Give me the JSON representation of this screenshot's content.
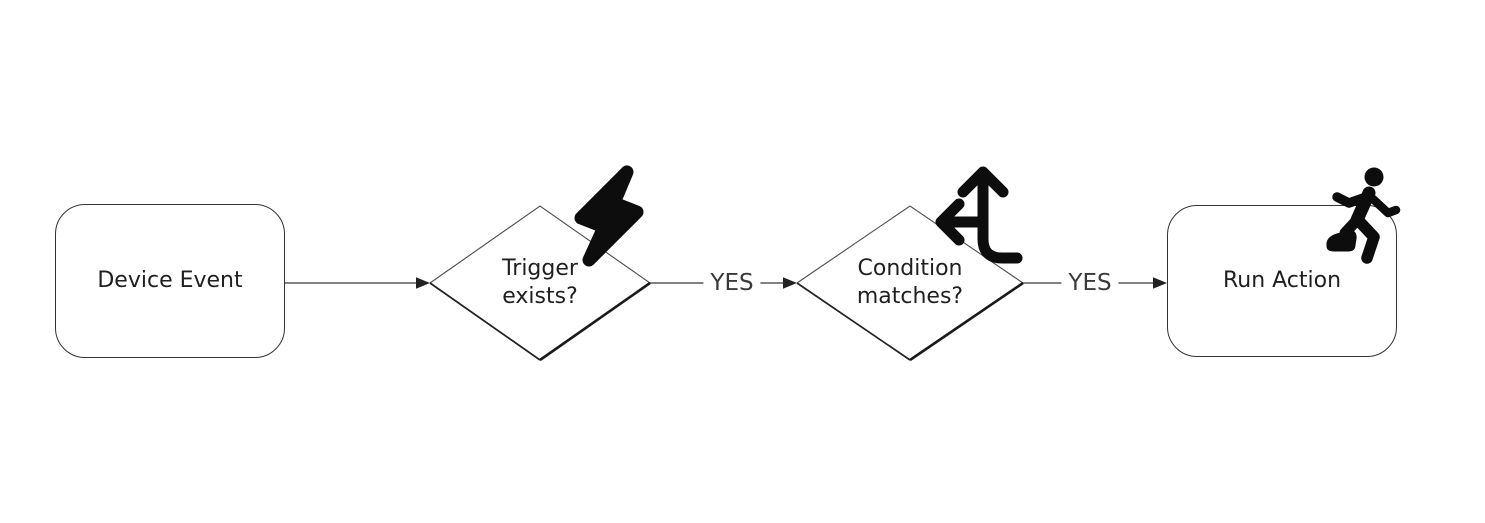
{
  "diagram": {
    "type": "flowchart",
    "background_color": "#ffffff",
    "line_color": "#595959",
    "arrowhead_color": "#222222",
    "icon_color": "#0d0d0d",
    "text_color": "#1f1f1f",
    "nodes": [
      {
        "id": "device-event",
        "shape": "rounded-rectangle",
        "label": "Device Event",
        "icon": null
      },
      {
        "id": "trigger-exists",
        "shape": "diamond",
        "label": "Trigger exists?",
        "icon": "lightning-bolt-icon"
      },
      {
        "id": "condition-matches",
        "shape": "diamond",
        "label": "Condition matches?",
        "icon": "split-arrows-icon"
      },
      {
        "id": "run-action",
        "shape": "rounded-rectangle",
        "label": "Run Action",
        "icon": "running-person-icon"
      }
    ],
    "edges": [
      {
        "from": "device-event",
        "to": "trigger-exists",
        "label": ""
      },
      {
        "from": "trigger-exists",
        "to": "condition-matches",
        "label": "YES"
      },
      {
        "from": "condition-matches",
        "to": "run-action",
        "label": "YES"
      }
    ]
  }
}
